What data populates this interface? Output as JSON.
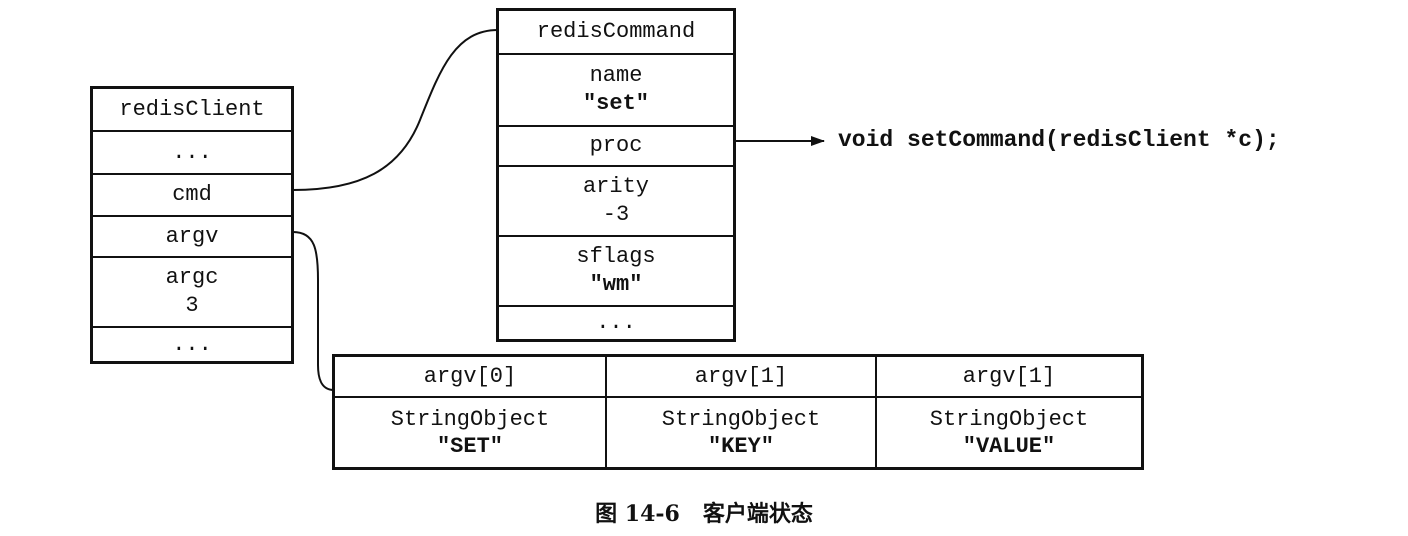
{
  "redis_client": {
    "title": "redisClient",
    "row_ellipsis_top": "...",
    "cmd": "cmd",
    "argv": "argv",
    "argc_label": "argc",
    "argc_value": "3",
    "row_ellipsis_bottom": "..."
  },
  "redis_command": {
    "title": "redisCommand",
    "name_label": "name",
    "name_value": "\"set\"",
    "proc": "proc",
    "arity_label": "arity",
    "arity_value": "-3",
    "sflags_label": "sflags",
    "sflags_value": "\"wm\"",
    "row_ellipsis": "..."
  },
  "proc_target": "void setCommand(redisClient *c);",
  "argv_array": [
    {
      "header": "argv[0]",
      "type": "StringObject",
      "value": "\"SET\""
    },
    {
      "header": "argv[1]",
      "type": "StringObject",
      "value": "\"KEY\""
    },
    {
      "header": "argv[1]",
      "type": "StringObject",
      "value": "\"VALUE\""
    }
  ],
  "caption": "图 14-6   客户端状态"
}
